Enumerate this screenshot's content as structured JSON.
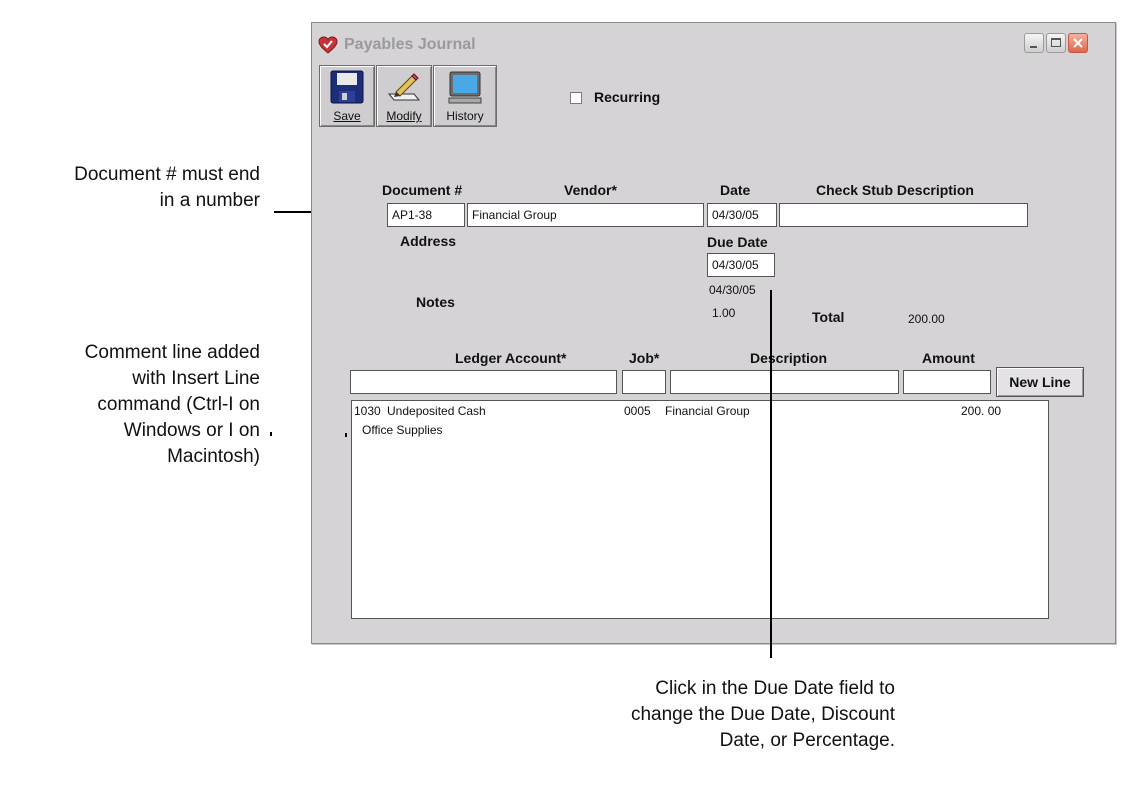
{
  "callouts": {
    "doc_num": [
      "Document # must end",
      "in a number"
    ],
    "comment_line": [
      "Comment line added",
      "with Insert Line",
      "command (Ctrl-I on",
      "Windows or I on",
      "Macintosh)"
    ],
    "due_date": [
      "Click in the Due Date field to",
      "change the Due Date, Discount",
      "Date, or Percentage."
    ]
  },
  "window": {
    "title": "Payables Journal"
  },
  "toolbar": {
    "save_label": "Save",
    "modify_label": "Modify",
    "history_label": "History"
  },
  "recurring": {
    "label": "Recurring",
    "checked": false
  },
  "header": {
    "document_label": "Document #",
    "document_value": "AP1-38",
    "vendor_label": "Vendor*",
    "vendor_value": "Financial Group",
    "date_label": "Date",
    "date_value": "04/30/05",
    "stub_label": "Check Stub Description",
    "stub_value": "",
    "address_label": "Address",
    "due_date_label": "Due Date",
    "due_date_value": "04/30/05",
    "discount_date": "04/30/05",
    "discount_percent": "1.00",
    "notes_label": "Notes",
    "total_label": "Total",
    "total_value": "200.00"
  },
  "lines": {
    "ledger_label": "Ledger Account*",
    "job_label": "Job*",
    "description_label": "Description",
    "amount_label": "Amount",
    "new_line_label": "New Line",
    "rows": [
      {
        "account": "1030",
        "account_name": "Undeposited Cash",
        "job": "0005",
        "description": "Financial Group",
        "amount": "200. 00"
      },
      {
        "comment": "Office Supplies"
      }
    ]
  }
}
